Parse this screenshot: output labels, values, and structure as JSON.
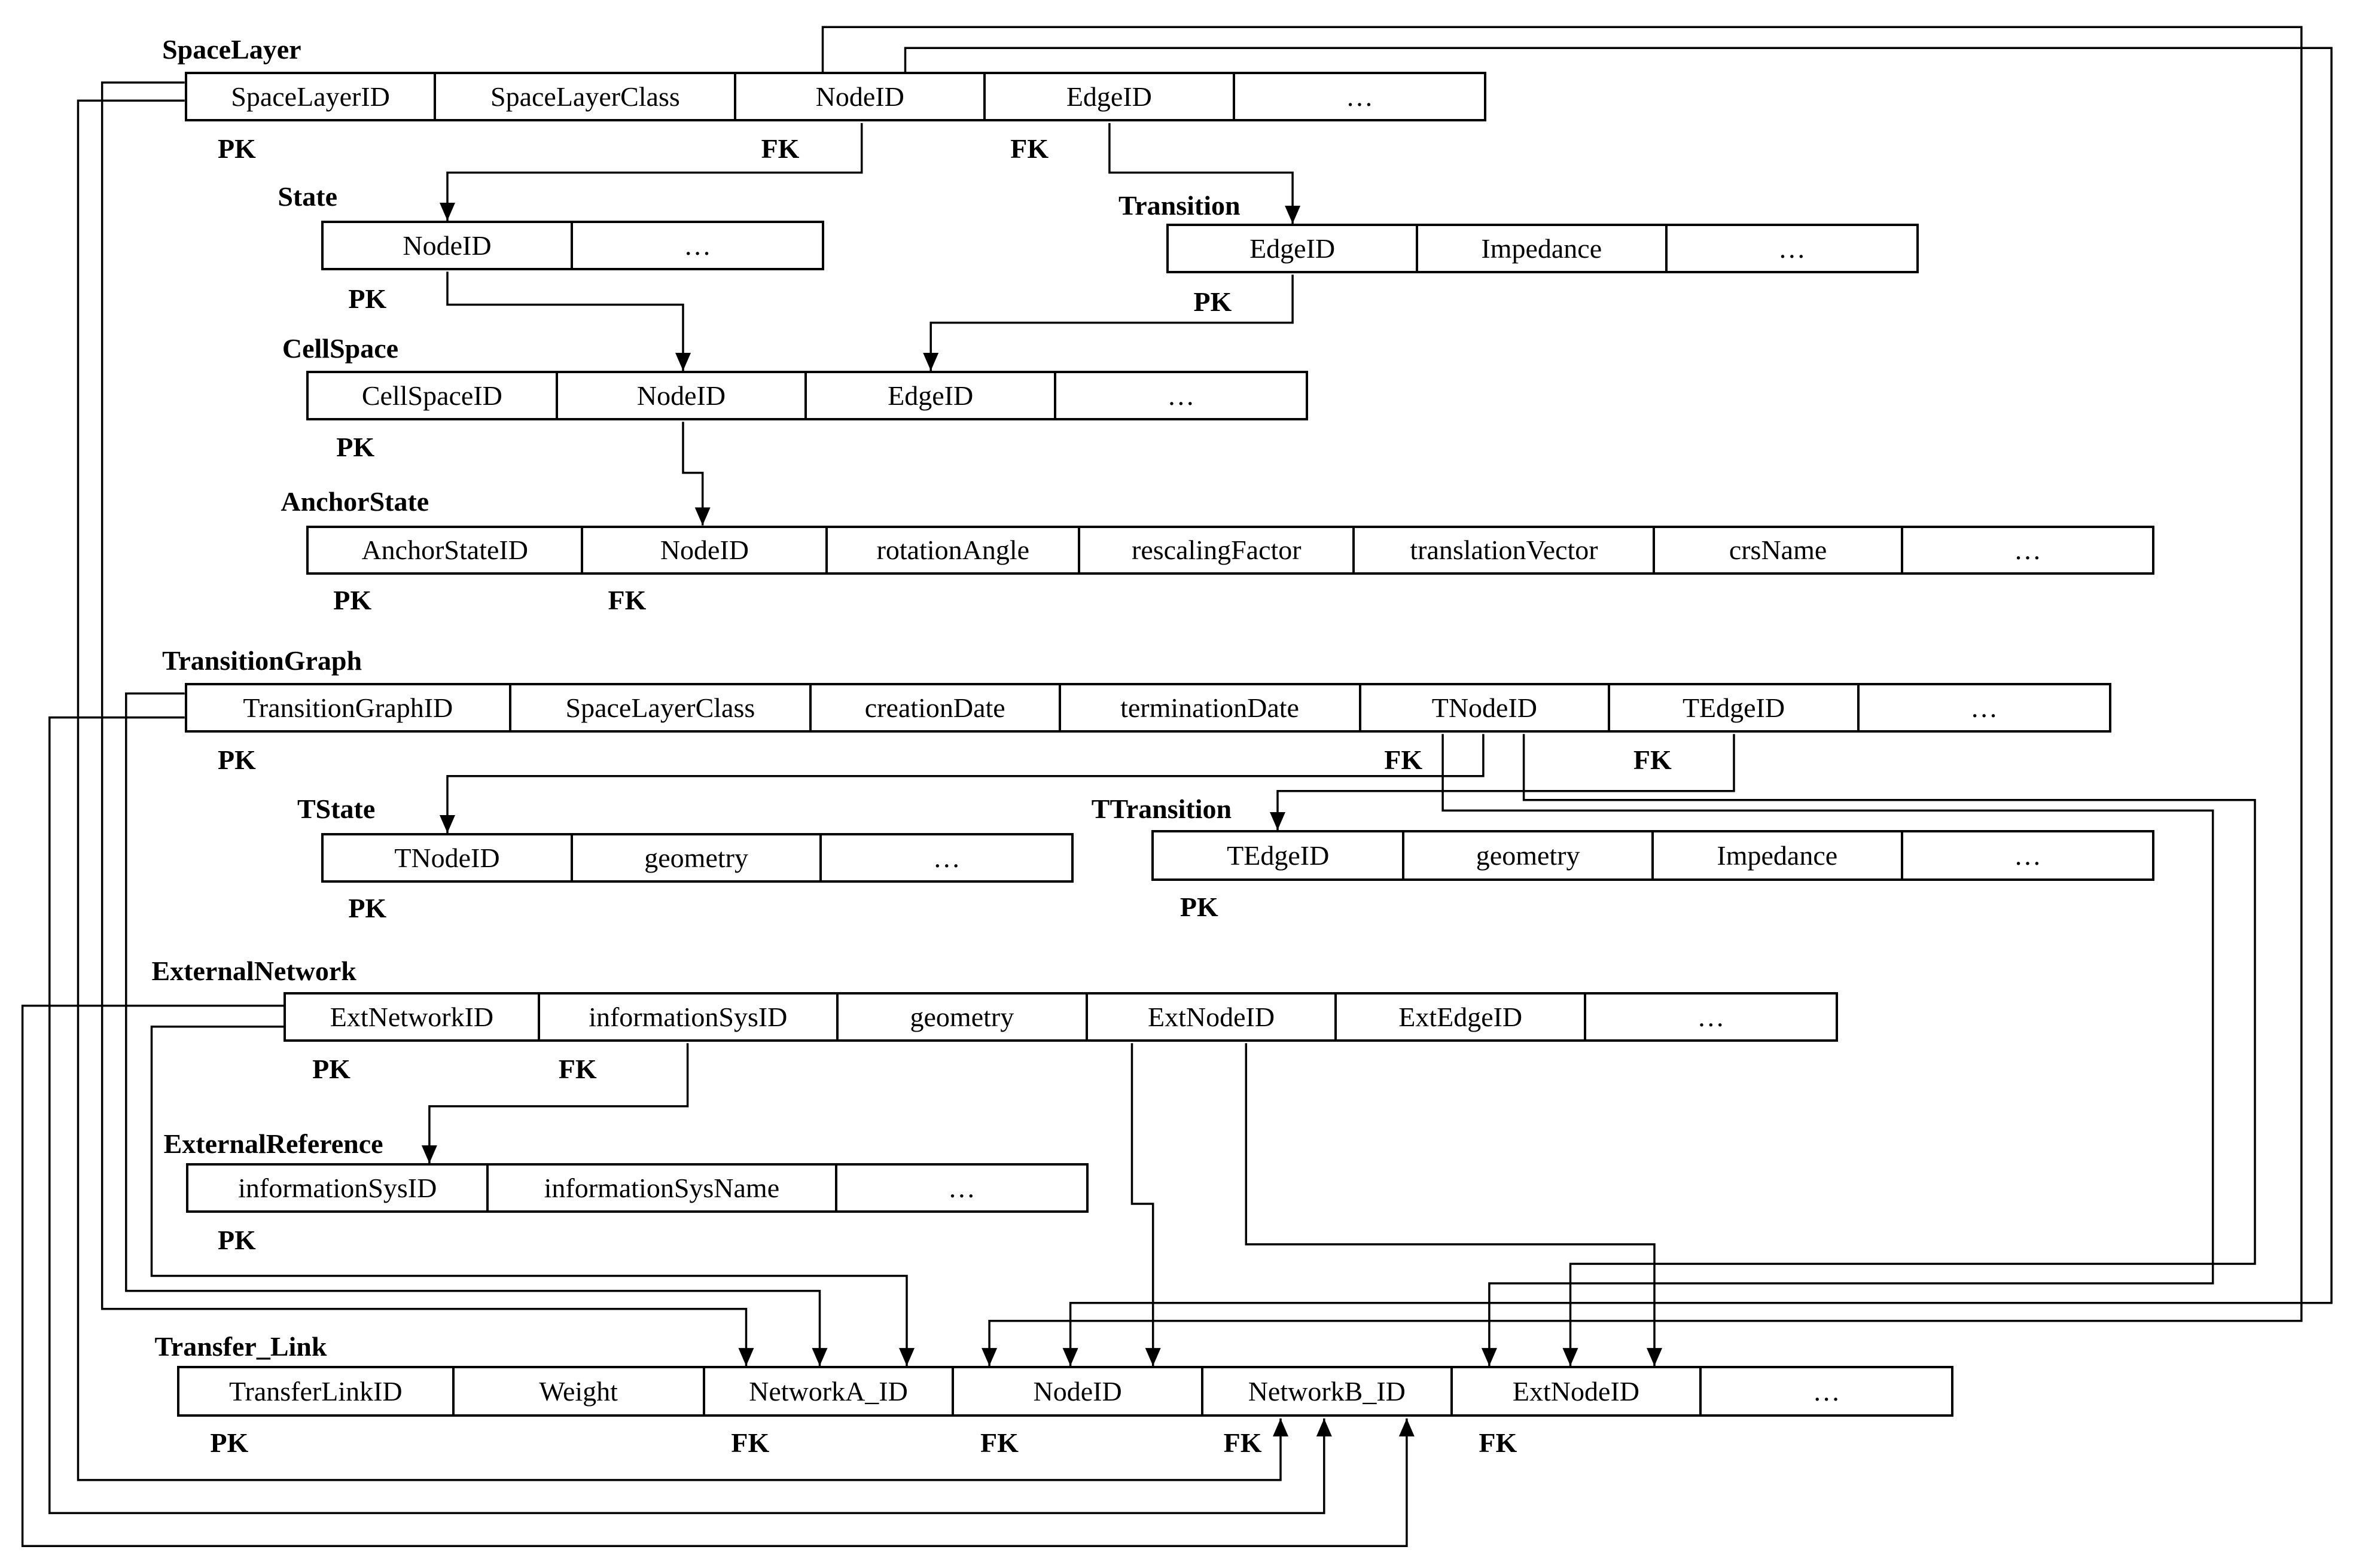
{
  "tables": [
    {
      "id": "spacelayer",
      "name": "SpaceLayer",
      "columns": [
        "SpaceLayerID",
        "SpaceLayerClass",
        "NodeID",
        "EdgeID",
        "…"
      ],
      "keys": [
        {
          "col": 0,
          "label": "PK"
        },
        {
          "col": 2,
          "label": "FK"
        },
        {
          "col": 3,
          "label": "FK"
        }
      ]
    },
    {
      "id": "state",
      "name": "State",
      "columns": [
        "NodeID",
        "…"
      ],
      "keys": [
        {
          "col": 0,
          "label": "PK"
        }
      ]
    },
    {
      "id": "transition",
      "name": "Transition",
      "columns": [
        "EdgeID",
        "Impedance",
        "…"
      ],
      "keys": [
        {
          "col": 0,
          "label": "PK"
        }
      ]
    },
    {
      "id": "cellspace",
      "name": "CellSpace",
      "columns": [
        "CellSpaceID",
        "NodeID",
        "EdgeID",
        "…"
      ],
      "keys": [
        {
          "col": 0,
          "label": "PK"
        }
      ]
    },
    {
      "id": "anchorstate",
      "name": "AnchorState",
      "columns": [
        "AnchorStateID",
        "NodeID",
        "rotationAngle",
        "rescalingFactor",
        "translationVector",
        "crsName",
        "…"
      ],
      "keys": [
        {
          "col": 0,
          "label": "PK"
        },
        {
          "col": 1,
          "label": "FK"
        }
      ]
    },
    {
      "id": "transitiongraph",
      "name": "TransitionGraph",
      "columns": [
        "TransitionGraphID",
        "SpaceLayerClass",
        "creationDate",
        "terminationDate",
        "TNodeID",
        "TEdgeID",
        "…"
      ],
      "keys": [
        {
          "col": 0,
          "label": "PK"
        },
        {
          "col": 4,
          "label": "FK"
        },
        {
          "col": 5,
          "label": "FK"
        }
      ]
    },
    {
      "id": "tstate",
      "name": "TState",
      "columns": [
        "TNodeID",
        "geometry",
        "…"
      ],
      "keys": [
        {
          "col": 0,
          "label": "PK"
        }
      ]
    },
    {
      "id": "ttransition",
      "name": "TTransition",
      "columns": [
        "TEdgeID",
        "geometry",
        "Impedance",
        "…"
      ],
      "keys": [
        {
          "col": 0,
          "label": "PK"
        }
      ]
    },
    {
      "id": "externalnetwork",
      "name": "ExternalNetwork",
      "columns": [
        "ExtNetworkID",
        "informationSysID",
        "geometry",
        "ExtNodeID",
        "ExtEdgeID",
        "…"
      ],
      "keys": [
        {
          "col": 0,
          "label": "PK"
        },
        {
          "col": 1,
          "label": "FK"
        }
      ]
    },
    {
      "id": "externalreference",
      "name": "ExternalReference",
      "columns": [
        "informationSysID",
        "informationSysName",
        "…"
      ],
      "keys": [
        {
          "col": 0,
          "label": "PK"
        }
      ]
    },
    {
      "id": "transferlink",
      "name": "Transfer_Link",
      "columns": [
        "TransferLinkID",
        "Weight",
        "NetworkA_ID",
        "NodeID",
        "NetworkB_ID",
        "ExtNodeID",
        "…"
      ],
      "keys": [
        {
          "col": 0,
          "label": "PK"
        },
        {
          "col": 2,
          "label": "FK"
        },
        {
          "col": 3,
          "label": "FK"
        },
        {
          "col": 4,
          "label": "FK"
        },
        {
          "col": 5,
          "label": "FK"
        }
      ]
    }
  ],
  "line_color": "#000000"
}
